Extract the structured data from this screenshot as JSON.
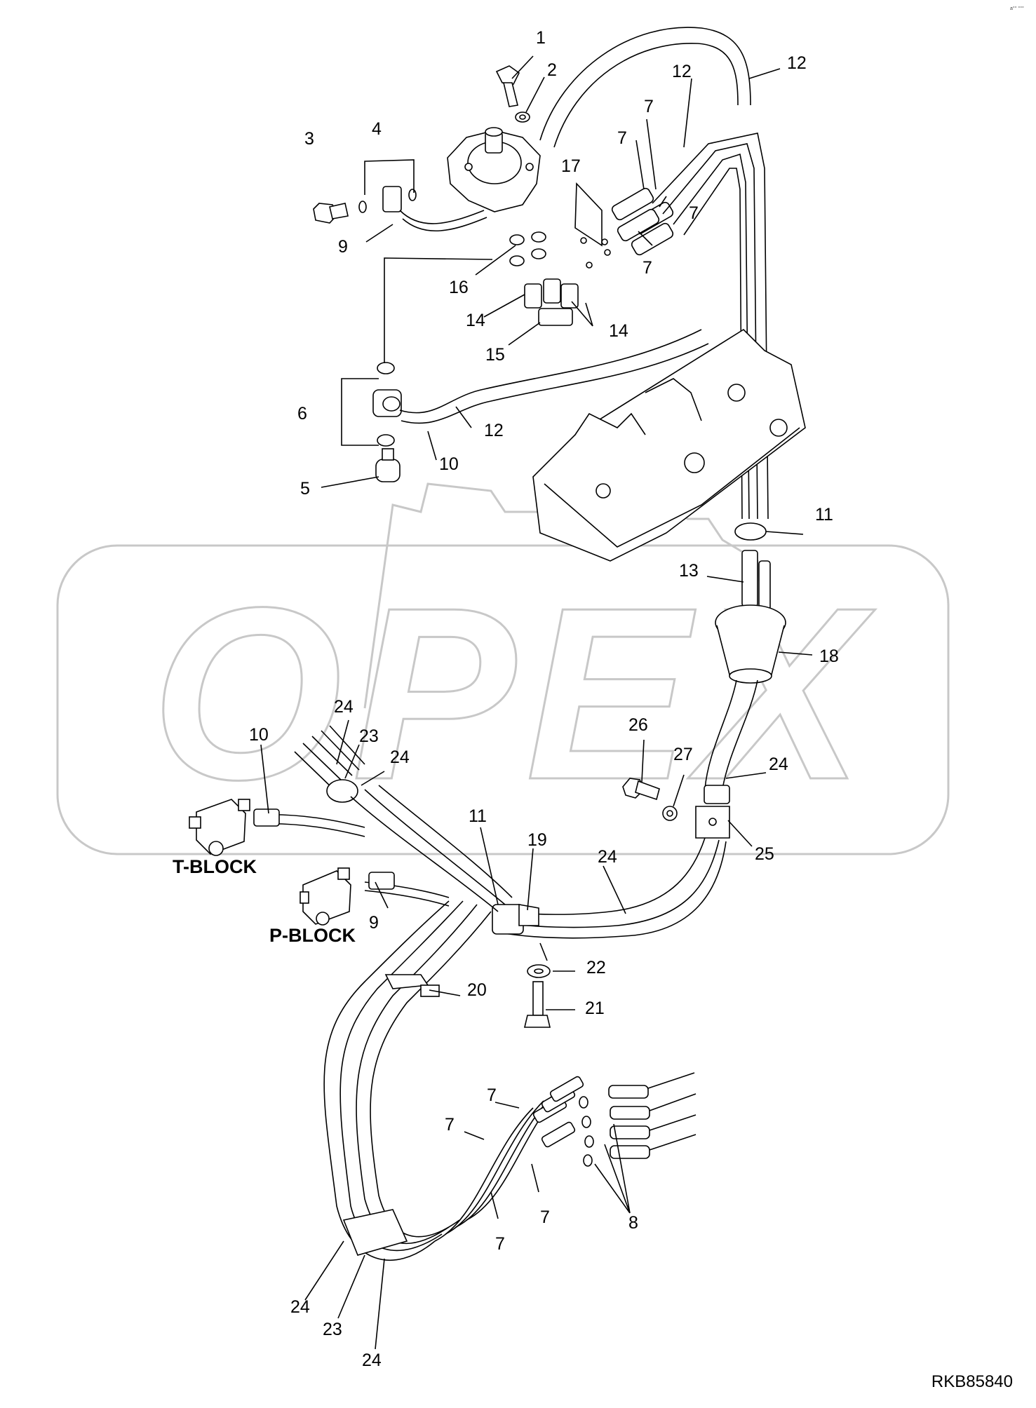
{
  "corner_mark": "a°° °°°",
  "figure_id": "RKB85840",
  "watermark": {
    "text": "OPEX"
  },
  "block_labels": {
    "t_block": "T-BLOCK",
    "p_block": "P-BLOCK"
  },
  "callouts": [
    "1",
    "2",
    "3",
    "4",
    "9",
    "12",
    "12",
    "7",
    "7",
    "17",
    "7",
    "7",
    "16",
    "14",
    "14",
    "15",
    "6",
    "12",
    "10",
    "5",
    "11",
    "13",
    "18",
    "26",
    "27",
    "24",
    "25",
    "24",
    "23",
    "24",
    "10",
    "11",
    "19",
    "24",
    "9",
    "22",
    "20",
    "21",
    "7",
    "7",
    "8",
    "7",
    "7",
    "24",
    "23",
    "24"
  ]
}
